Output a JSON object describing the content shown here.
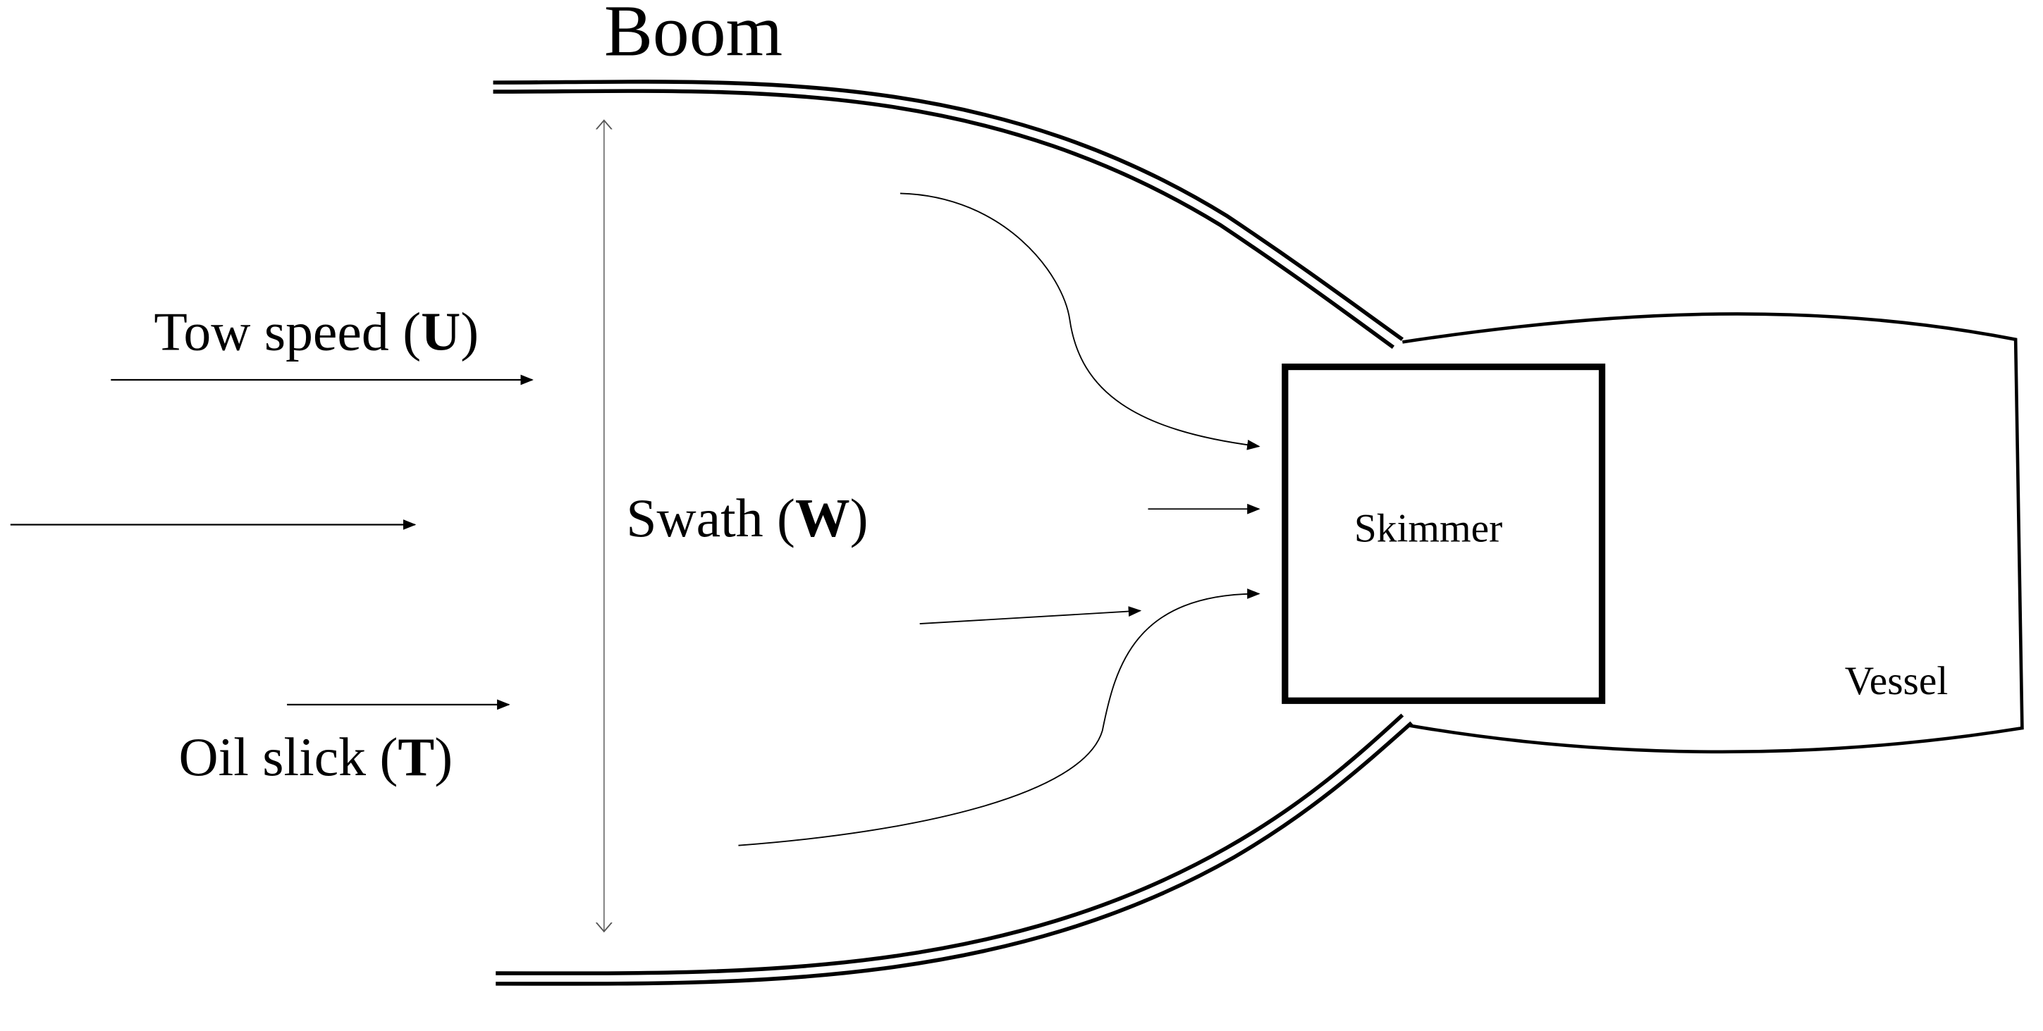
{
  "labels": {
    "boom": "Boom",
    "tow_speed": "Tow speed (",
    "tow_speed_symbol": "U",
    "tow_speed_close": ")",
    "swath": "Swath (",
    "swath_symbol": "W",
    "swath_close": ")",
    "oil_slick": "Oil slick (",
    "oil_slick_symbol": "T",
    "oil_slick_close": ")",
    "skimmer": "Skimmer",
    "vessel": "Vessel"
  }
}
